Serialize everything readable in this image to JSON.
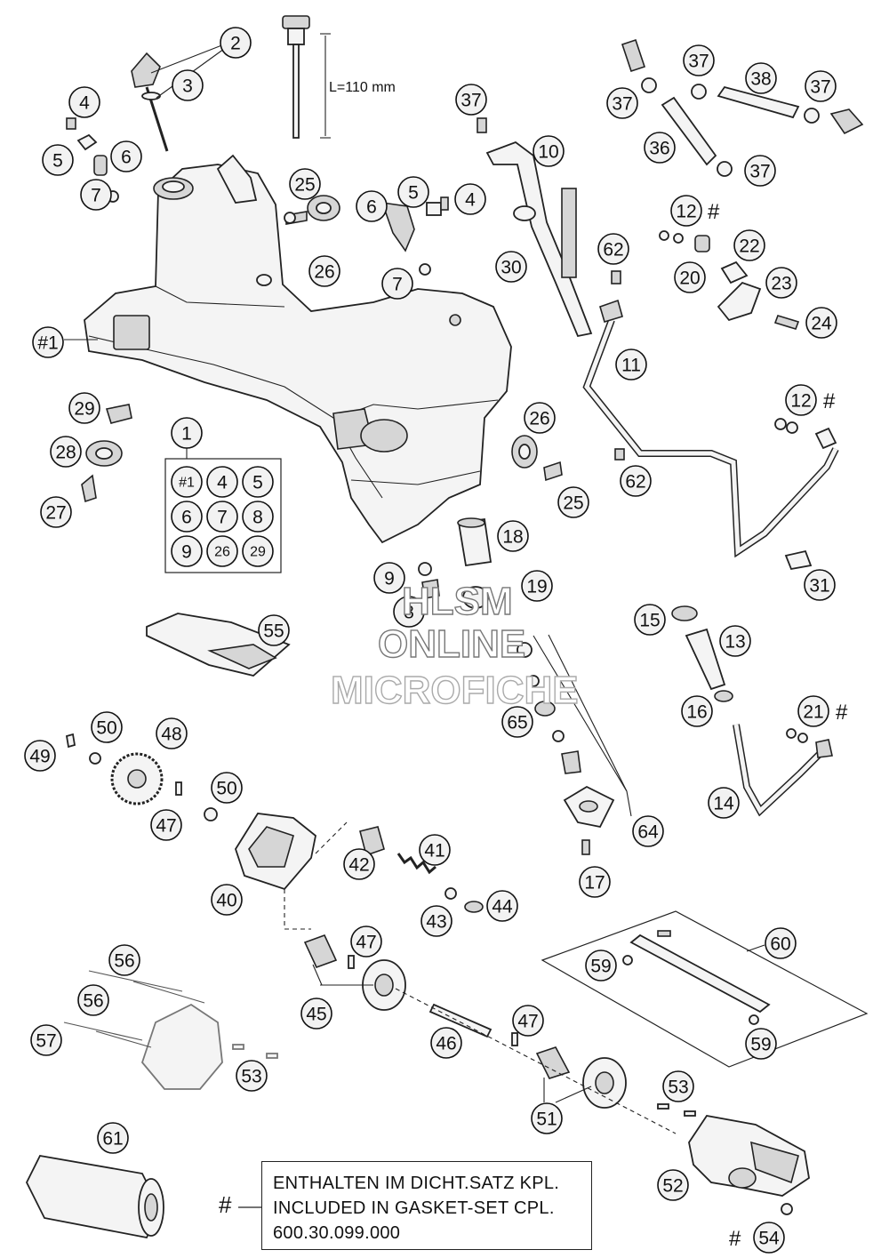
{
  "dimension_label": "L=110 mm",
  "kit_box": {
    "callout": "1",
    "items": [
      "#1",
      "4",
      "5",
      "6",
      "7",
      "8",
      "9",
      "26",
      "29"
    ]
  },
  "callouts": [
    {
      "id": "c-2",
      "label": "2"
    },
    {
      "id": "c-3",
      "label": "3"
    },
    {
      "id": "c-4a",
      "label": "4"
    },
    {
      "id": "c-5a",
      "label": "5"
    },
    {
      "id": "c-6a",
      "label": "6"
    },
    {
      "id": "c-7a",
      "label": "7"
    },
    {
      "id": "c-25a",
      "label": "25"
    },
    {
      "id": "c-26a",
      "label": "26"
    },
    {
      "id": "c-6b",
      "label": "6"
    },
    {
      "id": "c-5b",
      "label": "5"
    },
    {
      "id": "c-4b",
      "label": "4"
    },
    {
      "id": "c-7b",
      "label": "7"
    },
    {
      "id": "c-37a",
      "label": "37"
    },
    {
      "id": "c-10",
      "label": "10"
    },
    {
      "id": "c-30",
      "label": "30"
    },
    {
      "id": "c-37b",
      "label": "37"
    },
    {
      "id": "c-37c",
      "label": "37"
    },
    {
      "id": "c-38",
      "label": "38"
    },
    {
      "id": "c-37d",
      "label": "37"
    },
    {
      "id": "c-36",
      "label": "36"
    },
    {
      "id": "c-37e",
      "label": "37"
    },
    {
      "id": "c-12a",
      "label": "12"
    },
    {
      "id": "c-22",
      "label": "22"
    },
    {
      "id": "c-62a",
      "label": "62"
    },
    {
      "id": "c-20",
      "label": "20"
    },
    {
      "id": "c-23",
      "label": "23"
    },
    {
      "id": "c-24",
      "label": "24"
    },
    {
      "id": "c-h1",
      "label": "#1"
    },
    {
      "id": "c-11",
      "label": "11"
    },
    {
      "id": "c-12b",
      "label": "12"
    },
    {
      "id": "c-29",
      "label": "29"
    },
    {
      "id": "c-28",
      "label": "28"
    },
    {
      "id": "c-27",
      "label": "27"
    },
    {
      "id": "c-26b",
      "label": "26"
    },
    {
      "id": "c-25b",
      "label": "25"
    },
    {
      "id": "c-62b",
      "label": "62"
    },
    {
      "id": "c-18",
      "label": "18"
    },
    {
      "id": "c-9",
      "label": "9"
    },
    {
      "id": "c-8",
      "label": "8"
    },
    {
      "id": "c-19",
      "label": "19"
    },
    {
      "id": "c-31",
      "label": "31"
    },
    {
      "id": "c-55",
      "label": "55"
    },
    {
      "id": "c-15",
      "label": "15"
    },
    {
      "id": "c-13",
      "label": "13"
    },
    {
      "id": "c-16",
      "label": "16"
    },
    {
      "id": "c-21",
      "label": "21"
    },
    {
      "id": "c-65",
      "label": "65"
    },
    {
      "id": "c-50a",
      "label": "50"
    },
    {
      "id": "c-48",
      "label": "48"
    },
    {
      "id": "c-49",
      "label": "49"
    },
    {
      "id": "c-50b",
      "label": "50"
    },
    {
      "id": "c-47a",
      "label": "47"
    },
    {
      "id": "c-14",
      "label": "14"
    },
    {
      "id": "c-64",
      "label": "64"
    },
    {
      "id": "c-41",
      "label": "41"
    },
    {
      "id": "c-42",
      "label": "42"
    },
    {
      "id": "c-40",
      "label": "40"
    },
    {
      "id": "c-44",
      "label": "44"
    },
    {
      "id": "c-43",
      "label": "43"
    },
    {
      "id": "c-17",
      "label": "17"
    },
    {
      "id": "c-60",
      "label": "60"
    },
    {
      "id": "c-47b",
      "label": "47"
    },
    {
      "id": "c-59a",
      "label": "59"
    },
    {
      "id": "c-56a",
      "label": "56"
    },
    {
      "id": "c-56b",
      "label": "56"
    },
    {
      "id": "c-45",
      "label": "45"
    },
    {
      "id": "c-46",
      "label": "46"
    },
    {
      "id": "c-47c",
      "label": "47"
    },
    {
      "id": "c-59b",
      "label": "59"
    },
    {
      "id": "c-57",
      "label": "57"
    },
    {
      "id": "c-53a",
      "label": "53"
    },
    {
      "id": "c-53b",
      "label": "53"
    },
    {
      "id": "c-51",
      "label": "51"
    },
    {
      "id": "c-61",
      "label": "61"
    },
    {
      "id": "c-52",
      "label": "52"
    },
    {
      "id": "c-54",
      "label": "54"
    }
  ],
  "hash_marks": [
    {
      "id": "h-12a",
      "label": "#"
    },
    {
      "id": "h-12b",
      "label": "#"
    },
    {
      "id": "h-21",
      "label": "#"
    },
    {
      "id": "h-54",
      "label": "#"
    }
  ],
  "note": {
    "marker": "#",
    "lines": [
      "ENTHALTEN IM DICHT.SATZ KPL.",
      "INCLUDED IN GASKET-SET CPL.",
      "600.30.099.000"
    ]
  },
  "watermark": {
    "line1": "HLSM",
    "line2": "ONLINE",
    "line3": "MICROFICHE"
  }
}
